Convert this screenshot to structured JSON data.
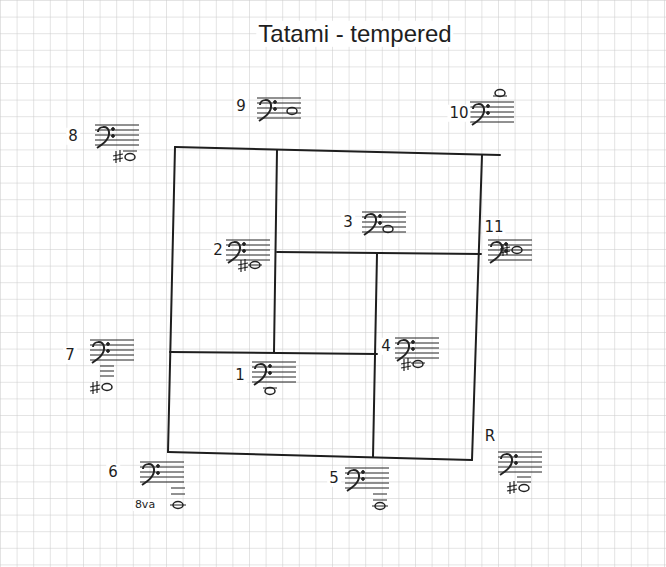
{
  "diagram": {
    "title": "Tatami - tempered",
    "labels": [
      "9",
      "10",
      "8",
      "3",
      "2",
      "11",
      "7",
      "1",
      "4",
      "6",
      "8va",
      "5",
      "R"
    ]
  }
}
